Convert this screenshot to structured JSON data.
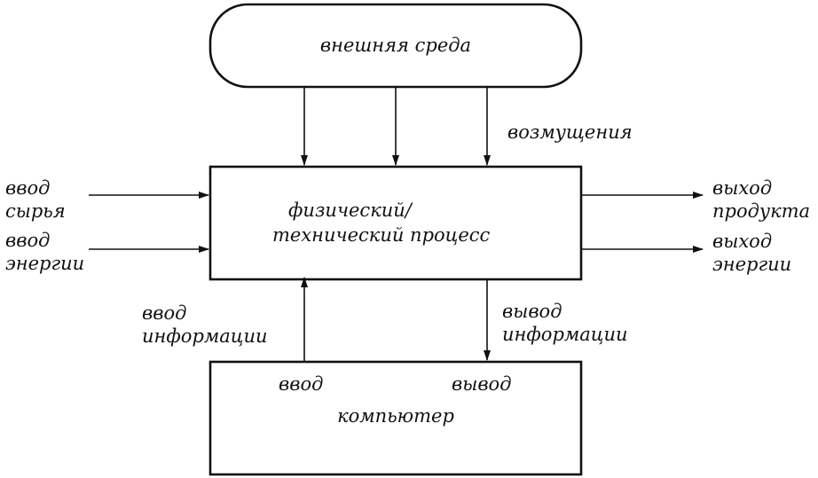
{
  "environment": {
    "label": "внешняя среда"
  },
  "disturbances": {
    "label": "возмущения"
  },
  "process": {
    "label_line1": "физический/",
    "label_line2": "технический процесс"
  },
  "computer": {
    "label": "компьютер",
    "input_port": "ввод",
    "output_port": "вывод"
  },
  "inputs": {
    "raw_material": {
      "line1": "ввод",
      "line2": "сырья"
    },
    "energy": {
      "line1": "ввод",
      "line2": "энергии"
    }
  },
  "outputs": {
    "product": {
      "line1": "выход",
      "line2": "продукта"
    },
    "energy": {
      "line1": "выход",
      "line2": "энергии"
    }
  },
  "information": {
    "input": {
      "line1": "ввод",
      "line2": "информации"
    },
    "output": {
      "line1": "вывод",
      "line2": "информации"
    }
  }
}
